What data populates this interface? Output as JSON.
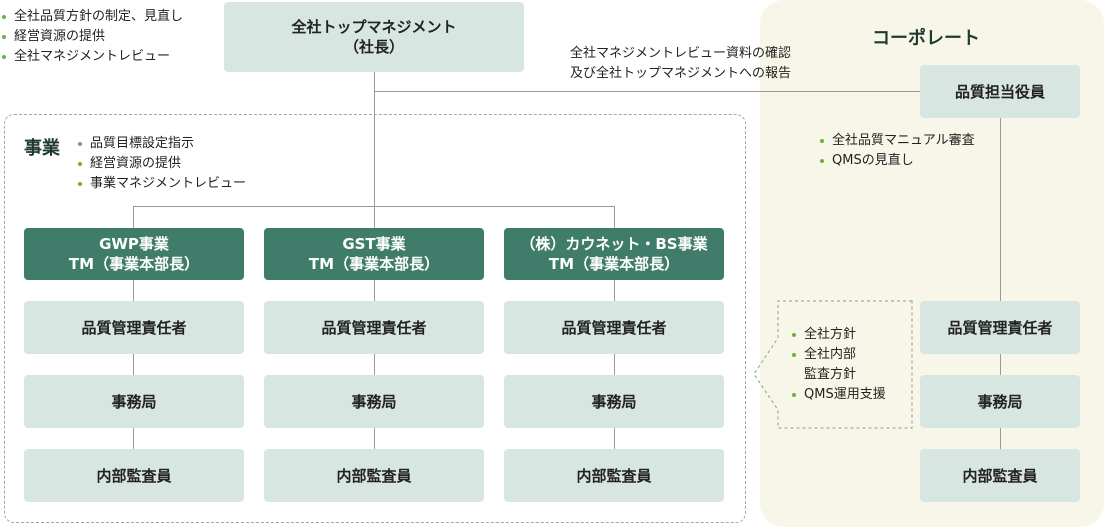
{
  "top": {
    "title": "全社トップマネジメント",
    "subtitle": "（社長）",
    "bullets": [
      "全社品質方針の制定、見直し",
      "経営資源の提供",
      "全社マネジメントレビュー"
    ]
  },
  "review_note": [
    "全社マネジメントレビュー資料の確認",
    "及び全社トップマネジメントへの報告"
  ],
  "business": {
    "label": "事業",
    "bullets": [
      "品質目標設定指示",
      "経営資源の提供",
      "事業マネジメントレビュー"
    ],
    "columns": [
      {
        "head_line1": "GWP事業",
        "head_line2": "TM（事業本部長）",
        "manager": "品質管理責任者",
        "office": "事務局",
        "auditor": "内部監査員"
      },
      {
        "head_line1": "GST事業",
        "head_line2": "TM（事業本部長）",
        "manager": "品質管理責任者",
        "office": "事務局",
        "auditor": "内部監査員"
      },
      {
        "head_line1": "（株）カウネット・BS事業",
        "head_line2": "TM（事業本部長）",
        "manager": "品質管理責任者",
        "office": "事務局",
        "auditor": "内部監査員"
      }
    ]
  },
  "corporate": {
    "label": "コーポレート",
    "officer": "品質担当役員",
    "officer_bullets": [
      "全社品質マニュアル審査",
      "QMSの見直し"
    ],
    "support_bullets": [
      "全社方針",
      "全社内部",
      "監査方針",
      "QMS運用支援"
    ],
    "manager": "品質管理責任者",
    "office": "事務局",
    "auditor": "内部監査員"
  },
  "colors": {
    "dark_box": "#3f7c6a",
    "light_box": "#d8e6e2",
    "corporate_bg": "#f7f6e9",
    "bullet": "#6bb13b"
  }
}
